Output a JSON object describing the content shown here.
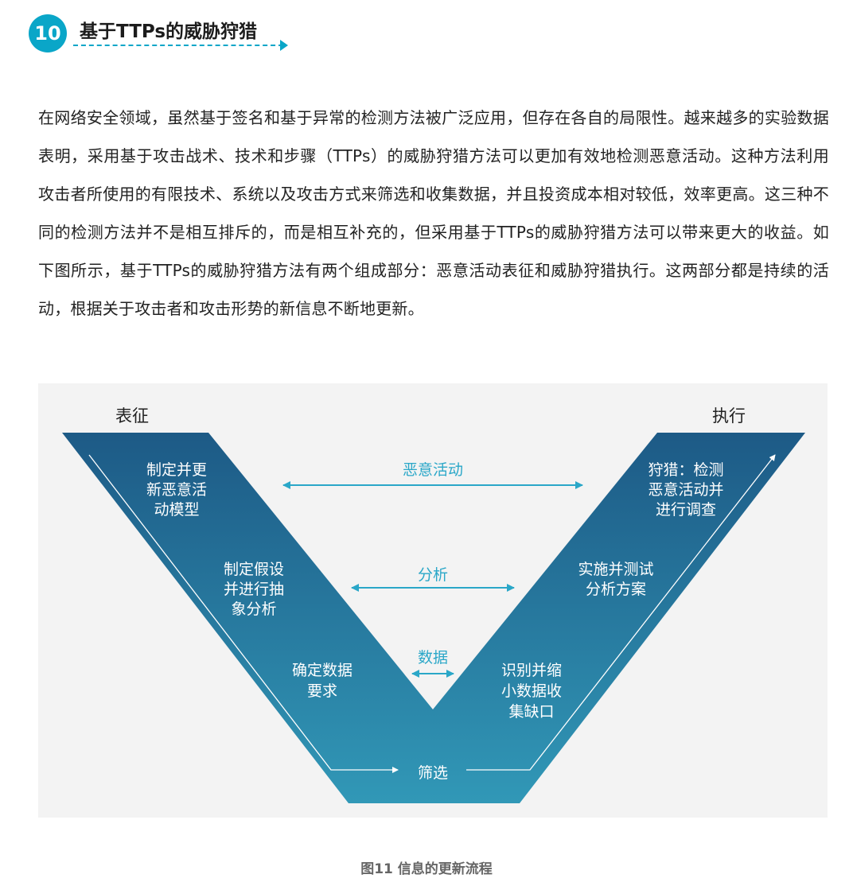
{
  "section": {
    "number": "10",
    "title": "基于TTPs的威胁狩猎"
  },
  "body_text": "在网络安全领域，虽然基于签名和基于异常的检测方法被广泛应用，但存在各自的局限性。越来越多的实验数据表明，采用基于攻击战术、技术和步骤（TTPs）的威胁狩猎方法可以更加有效地检测恶意活动。这种方法利用攻击者所使用的有限技术、系统以及攻击方式来筛选和收集数据，并且投资成本相对较低，效率更高。这三种不同的检测方法并不是相互排斥的，而是相互补充的，但采用基于TTPs的威胁狩猎方法可以带来更大的收益。如下图所示，基于TTPs的威胁狩猎方法有两个组成部分：恶意活动表征和威胁狩猎执行。这两部分都是持续的活动，根据关于攻击者和攻击形势的新信息不断地更新。",
  "diagram": {
    "left_heading": "表征",
    "right_heading": "执行",
    "left_steps": [
      [
        "制定并更",
        "新恶意活",
        "动模型"
      ],
      [
        "制定假设",
        "并进行抽",
        "象分析"
      ],
      [
        "确定数据",
        "要求"
      ]
    ],
    "right_steps": [
      [
        "狩猎：检测",
        "恶意活动并",
        "进行调查"
      ],
      [
        "实施并测试",
        "分析方案"
      ],
      [
        "识别并缩",
        "小数据收",
        "集缺口"
      ]
    ],
    "center_labels": {
      "malicious": "恶意活动",
      "analysis": "分析",
      "data": "数据",
      "filter": "筛选"
    },
    "colors": {
      "band_top": "#1d5a86",
      "band_bottom": "#3198b7",
      "label_blue": "#2aa7c8",
      "accent": "#0aa6c8"
    }
  },
  "caption": "图11 信息的更新流程"
}
